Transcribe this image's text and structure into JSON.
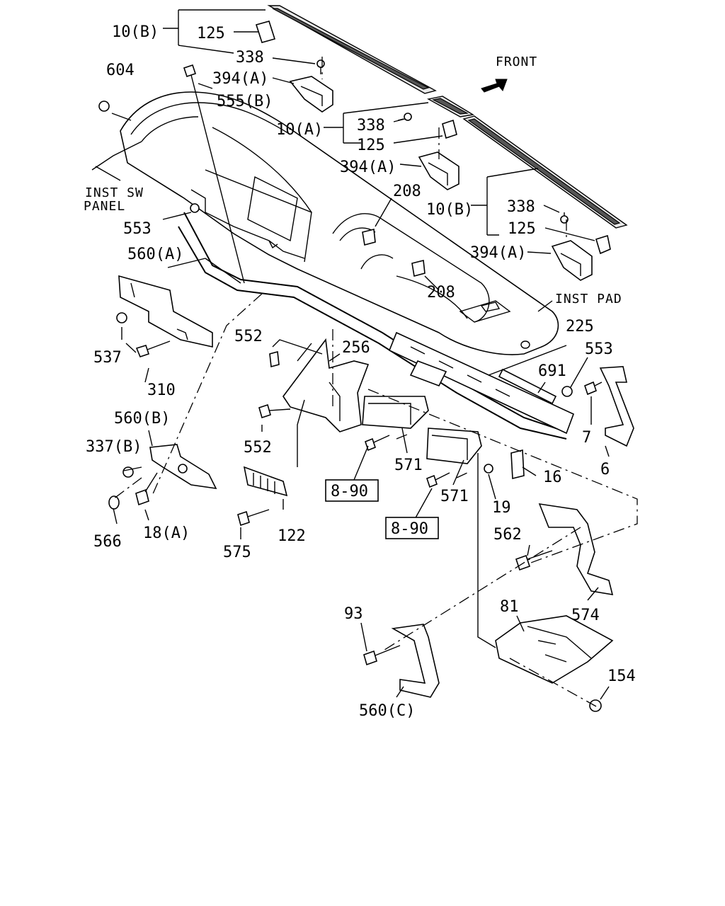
{
  "labels": {
    "l_10b_top": "10(B)",
    "l_125_top": "125",
    "l_338_top": "338",
    "l_394a_top": "394(A)",
    "l_555b": "555(B)",
    "l_604": "604",
    "l_front": "FRONT",
    "l_10a": "10(A)",
    "l_338_mid": "338",
    "l_125_mid": "125",
    "l_394a_mid": "394(A)",
    "l_208_top": "208",
    "l_10b_right": "10(B)",
    "l_338_right": "338",
    "l_125_right": "125",
    "l_394a_right": "394(A)",
    "l_inst_sw": "INST SW",
    "l_panel": "PANEL",
    "l_553_left": "553",
    "l_560a": "560(A)",
    "l_208_mid": "208",
    "l_inst_pad": "INST PAD",
    "l_225": "225",
    "l_553_right": "553",
    "l_537": "537",
    "l_552_top": "552",
    "l_256": "256",
    "l_691": "691",
    "l_310": "310",
    "l_7": "7",
    "l_560b": "560(B)",
    "l_552_mid": "552",
    "l_337b": "337(B)",
    "l_571_a": "571",
    "l_16": "16",
    "l_6": "6",
    "l_890_a": "8-90",
    "l_571_b": "571",
    "l_19": "19",
    "l_566": "566",
    "l_18a": "18(A)",
    "l_122": "122",
    "l_890_b": "8-90",
    "l_562": "562",
    "l_575": "575",
    "l_81": "81",
    "l_574": "574",
    "l_93": "93",
    "l_154": "154",
    "l_560c": "560(C)"
  },
  "icons": {
    "front_arrow": "arrow-up-right-icon"
  }
}
